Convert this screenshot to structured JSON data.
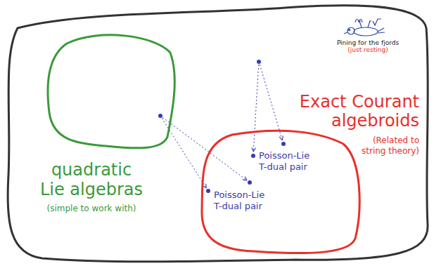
{
  "diagram": {
    "nodes": [
      {
        "text": [
          "quadratic Lie algebras",
          "(simple to work with)"
        ]
      },
      {
        "text": [
          "Exact Courant algebroids",
          "(Related to string theory)"
        ]
      },
      {
        "text": [
          "Poisson-Lie T-dual pair"
        ],
        "in": 1
      },
      {
        "text": [
          "Poisson-Lie T-dual pair"
        ],
        "in": 1
      }
    ],
    "edges": [
      {
        "from": 0,
        "to": 2,
        "arrow": "to"
      }
    ],
    "labels": [
      "Pining for the fjords",
      "(just resting)"
    ]
  }
}
